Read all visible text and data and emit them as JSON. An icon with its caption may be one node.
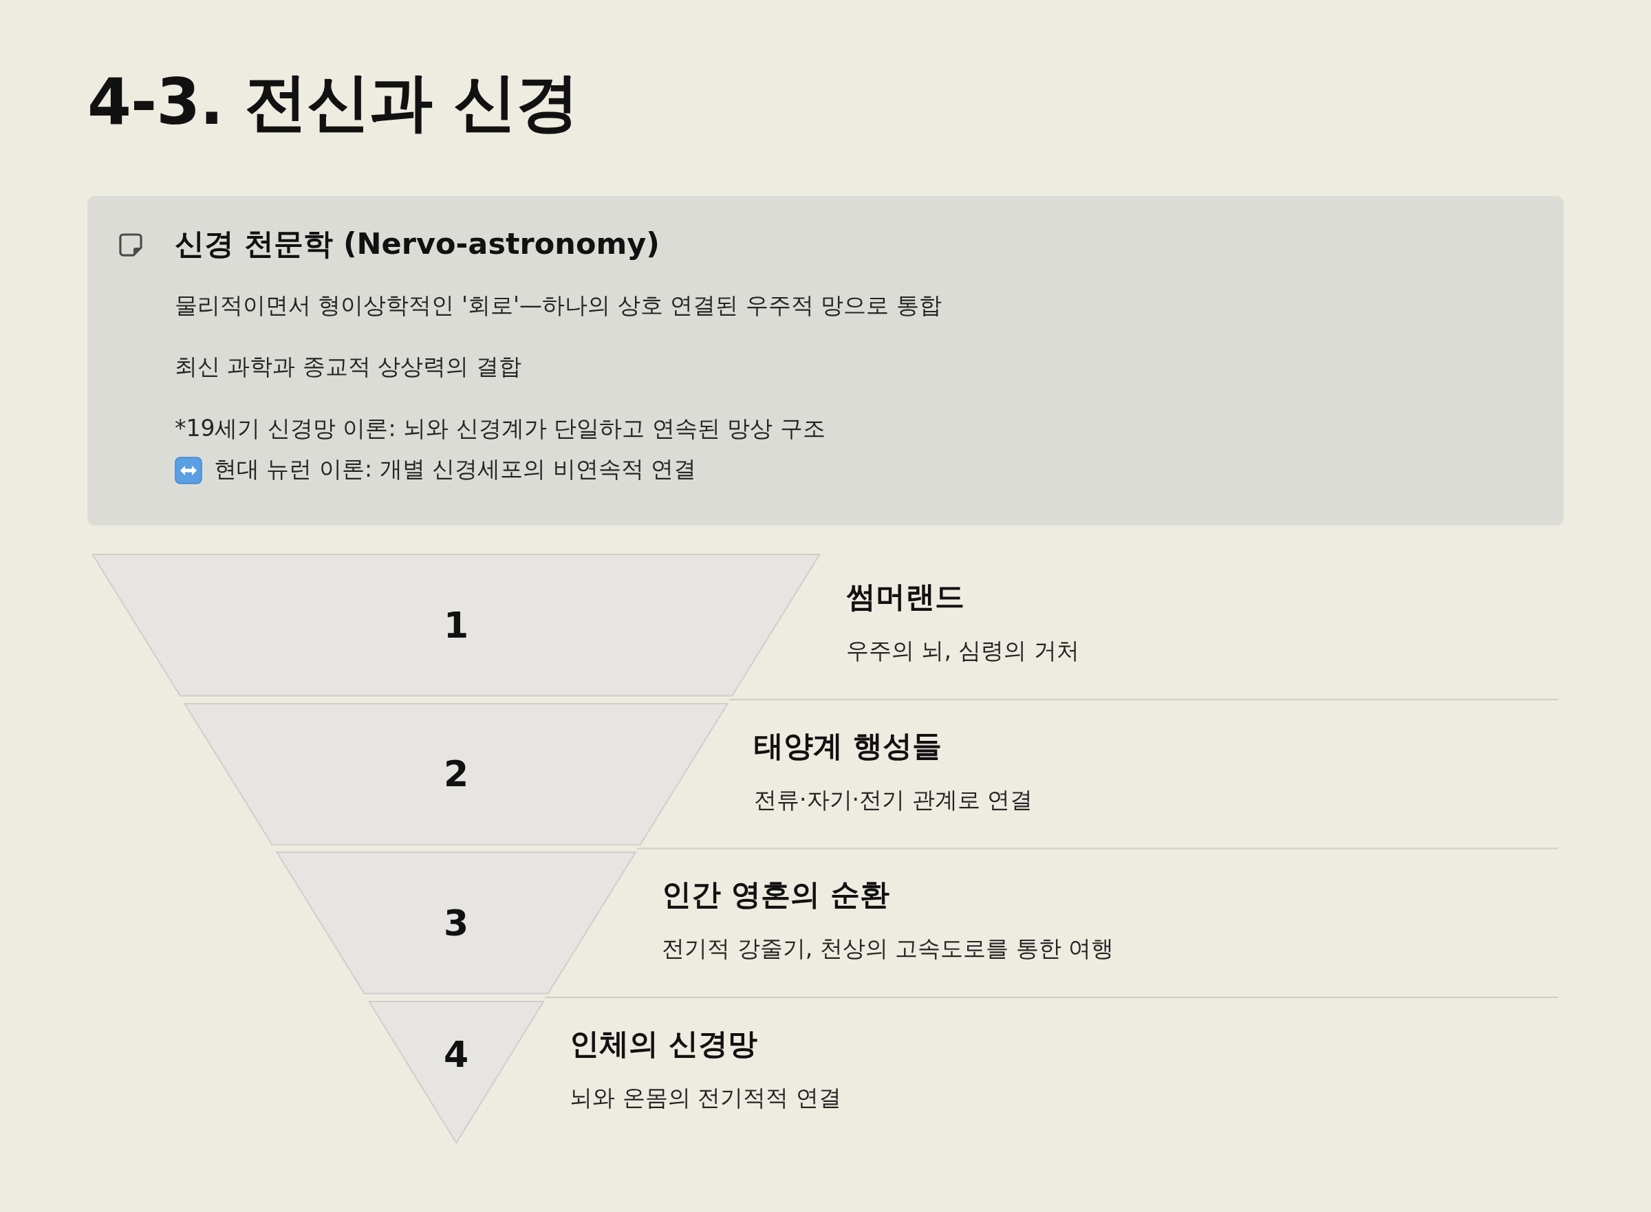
{
  "diagram": {
    "title": "4-3. 전신과 신경",
    "nodes": [
      {
        "text": [
          "신경 천문학 (Nervo-astronomy)",
          "물리적이면서 형이상학적인 '회로'—하나의 상호 연결된 우주적 망으로 통합",
          "최신 과학과 종교적 상상력의 결합",
          "*19세기 신경망 이론: 뇌와 신경계가 단일하고 연속된 망상 구조",
          "현대 뉴런 이론: 개별 신경세포의 비연속적 연결"
        ]
      },
      {
        "text": [
          "1"
        ],
        "beside": [
          "썸머랜드",
          "우주의 뇌, 심령의 거처"
        ]
      },
      {
        "text": [
          "2"
        ],
        "beside": [
          "태양계 행성들",
          "전류·자기·전기 관계로 연결"
        ]
      },
      {
        "text": [
          "3"
        ],
        "beside": [
          "인간 영혼의 순환",
          "전기적 강줄기, 천상의 고속도로를 통한 여행"
        ]
      },
      {
        "text": [
          "4"
        ],
        "beside": [
          "인체의 신경망",
          "뇌와 온몸의 전기적적 연결"
        ]
      }
    ]
  }
}
